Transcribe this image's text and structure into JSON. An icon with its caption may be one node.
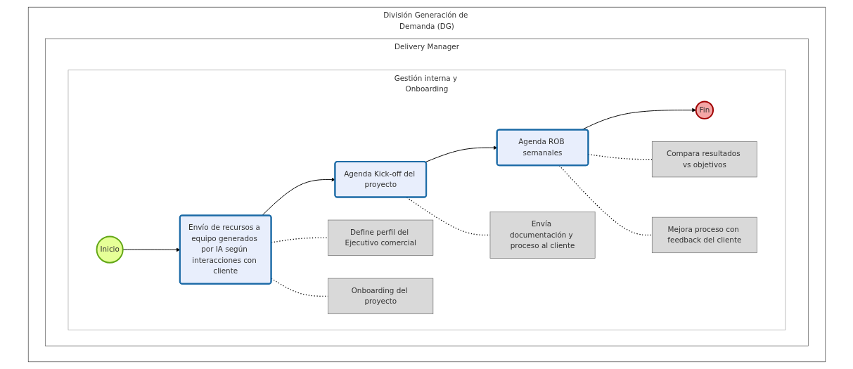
{
  "diagram": {
    "nodes": [
      {
        "text": [
          "División Generación de Demanda (DG)"
        ]
      },
      {
        "text": [
          "Delivery Manager"
        ],
        "in": 0
      },
      {
        "text": [
          "Gestión interna y Onboarding"
        ],
        "in": 1
      },
      {
        "text": [
          "Inicio"
        ],
        "in": 2
      },
      {
        "text": [
          "Envío de recursos a equipo generados por IA según interacciones con cliente"
        ],
        "in": 2
      },
      {
        "text": [
          "Agenda Kick-off del proyecto"
        ],
        "in": 2
      },
      {
        "text": [
          "Agenda ROB semanales"
        ],
        "in": 2
      },
      {
        "text": [
          "Fin"
        ],
        "in": 2
      },
      {
        "text": [
          "Define perfil del Ejecutivo comercial"
        ],
        "in": 2
      },
      {
        "text": [
          "Onboarding del proyecto"
        ],
        "in": 2
      },
      {
        "text": [
          "Envía documentación y proceso al cliente"
        ],
        "in": 2
      },
      {
        "text": [
          "Compara resultados vs objetivos"
        ],
        "in": 2
      },
      {
        "text": [
          "Mejora proceso con feedback del cliente"
        ],
        "in": 2
      }
    ],
    "edges": [
      {
        "from": 3,
        "to": 4,
        "arrow": "to"
      },
      {
        "from": 4,
        "to": 5,
        "arrow": "to"
      },
      {
        "from": 5,
        "to": 6,
        "arrow": "to"
      },
      {
        "from": 6,
        "to": 7,
        "arrow": "to"
      },
      {
        "from": 4,
        "to": 8,
        "arrow": "none",
        "style": "dashed"
      },
      {
        "from": 4,
        "to": 9,
        "arrow": "none",
        "style": "dashed"
      },
      {
        "from": 5,
        "to": 10,
        "arrow": "none",
        "style": "dashed"
      },
      {
        "from": 6,
        "to": 11,
        "arrow": "none",
        "style": "dashed"
      },
      {
        "from": 6,
        "to": 12,
        "arrow": "none",
        "style": "dashed"
      }
    ]
  }
}
